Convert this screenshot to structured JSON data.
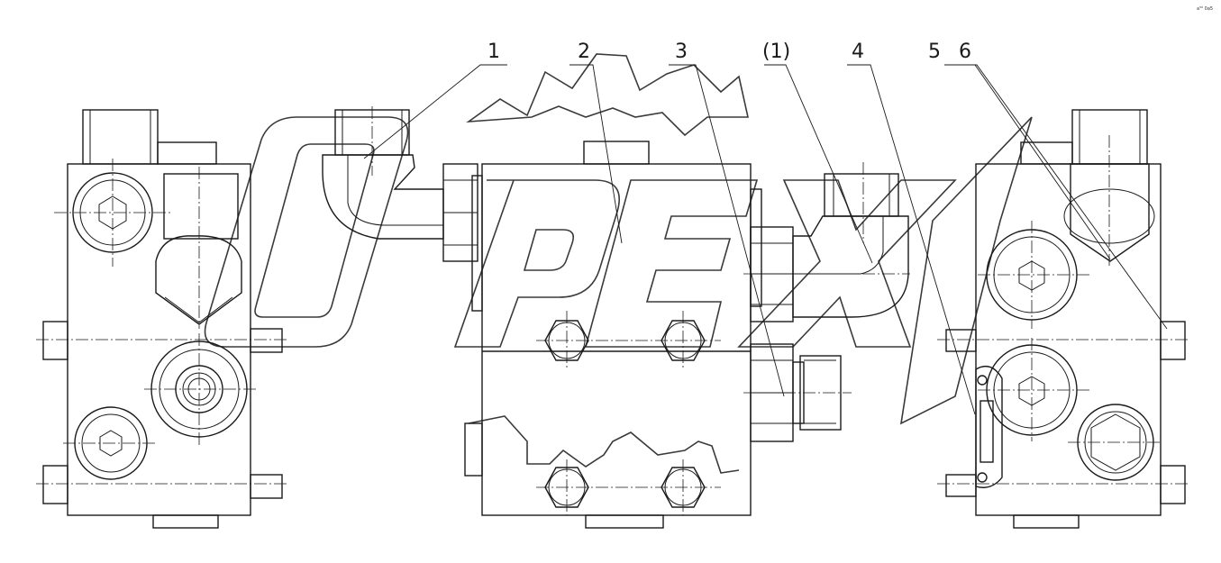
{
  "watermark": "OPEX",
  "corner_note": "a⁵⁰ 0a5",
  "callouts": [
    {
      "label": "1"
    },
    {
      "label": "2"
    },
    {
      "label": "3"
    },
    {
      "label": "(1)"
    },
    {
      "label": "4"
    },
    {
      "label": "5"
    },
    {
      "label": "6"
    }
  ]
}
